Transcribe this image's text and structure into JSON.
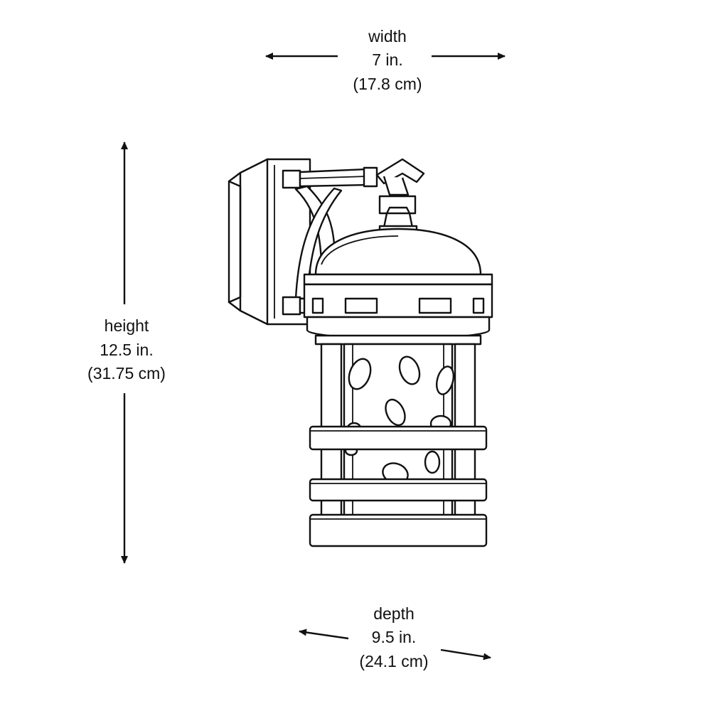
{
  "dimensions": {
    "width": {
      "label": "width",
      "imperial": "7 in.",
      "metric": "(17.8 cm)"
    },
    "height": {
      "label": "height",
      "imperial": "12.5 in.",
      "metric": "(31.75 cm)"
    },
    "depth": {
      "label": "depth",
      "imperial": "9.5 in.",
      "metric": "(24.1 cm)"
    }
  },
  "colors": {
    "line": "#111111",
    "background": "#ffffff"
  }
}
